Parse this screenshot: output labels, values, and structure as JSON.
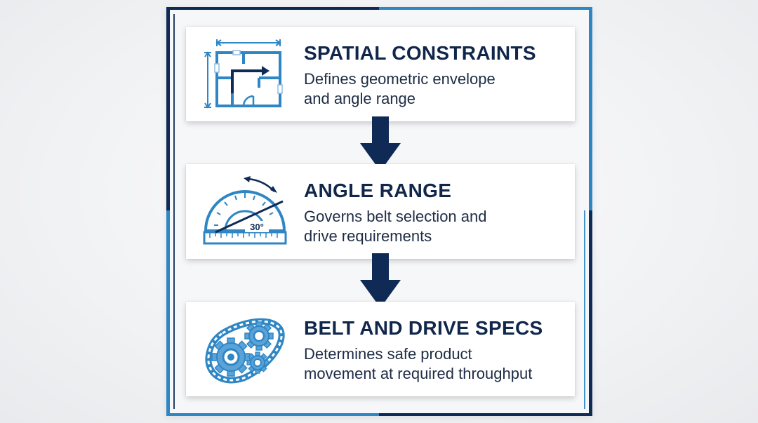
{
  "steps": [
    {
      "title": "SPATIAL CONSTRAINTS",
      "desc_line1": "Defines geometric envelope",
      "desc_line2": "and angle range",
      "icon": "floor-plan-icon"
    },
    {
      "title": "ANGLE RANGE",
      "desc_line1": "Governs belt selection and",
      "desc_line2": "drive requirements",
      "icon": "protractor-icon",
      "icon_label": "30°"
    },
    {
      "title": "BELT AND DRIVE SPECS",
      "desc_line1": "Determines safe product",
      "desc_line2": "movement at required throughput",
      "icon": "chain-gears-icon"
    }
  ],
  "colors": {
    "navy": "#0f2a55",
    "blue": "#2f86c4",
    "light_blue": "#8fbde2",
    "title": "#10264a"
  }
}
